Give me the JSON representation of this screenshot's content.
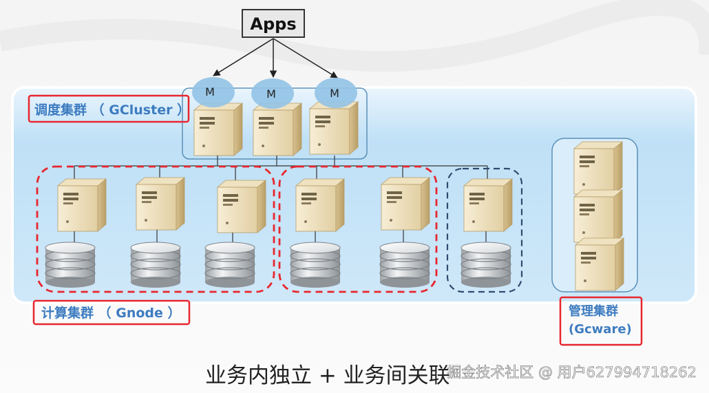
{
  "apps_label": "Apps",
  "master_label": "M",
  "gcluster_label": "调度集群 （ GCluster ）",
  "gnode_label": "计算集群 （ Gnode ）",
  "gcware_label_line1": "管理集群",
  "gcware_label_line2": "(Gcware)",
  "caption": "业务内独立 + 业务间关联",
  "watermark": "掘金技术社区 @ 用户627994718262",
  "colors": {
    "panel": "#cfe6f7",
    "red_highlight": "#e8262e",
    "dashed_navy": "#2e4a6e",
    "label_blue": "#3d7cc0"
  }
}
